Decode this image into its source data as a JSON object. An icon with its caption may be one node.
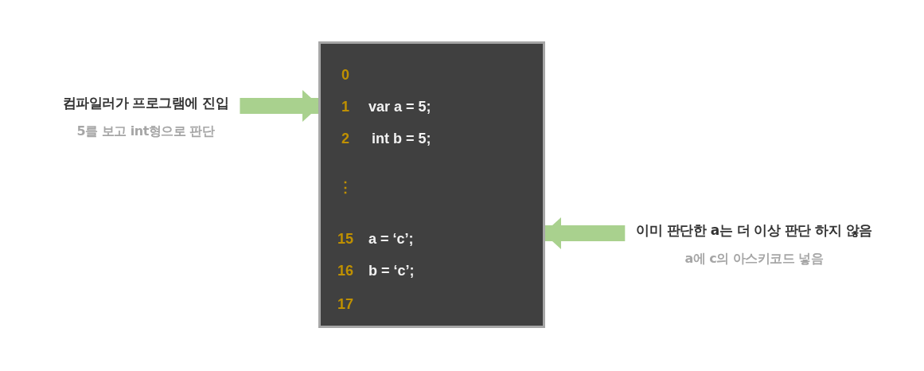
{
  "diagram": {
    "nodes": [
      {
        "text": [
          "컴파일러가 프로그램에 진입",
          "5를 보고 int형으로 판단"
        ]
      },
      {
        "text": [],
        "shape": "box"
      },
      {
        "text": [
          "0"
        ],
        "in": 1
      },
      {
        "text": [
          "1",
          "var a = 5;"
        ],
        "in": 1
      },
      {
        "text": [
          "2",
          "int b = 5;"
        ],
        "in": 1
      },
      {
        "text": [
          "⋮"
        ],
        "in": 1
      },
      {
        "text": [
          "15",
          "a = ‘c’;"
        ],
        "in": 1
      },
      {
        "text": [
          "16",
          "b = ‘c’;"
        ],
        "in": 1
      },
      {
        "text": [
          "17"
        ],
        "in": 1
      },
      {
        "text": [
          "이미 판단한 a는 더 이상 판단 하지 않음",
          "a에 c의 아스키코드 넣음"
        ]
      }
    ],
    "edges": [
      {
        "from": 0,
        "to": 1,
        "arrow": "to"
      },
      {
        "from": 9,
        "to": 1,
        "arrow": "to"
      }
    ]
  }
}
